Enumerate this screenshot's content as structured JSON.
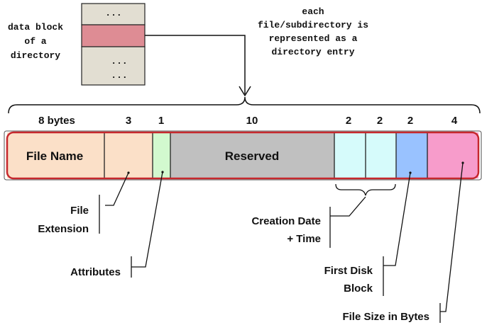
{
  "block": {
    "caption": [
      "data block",
      "of a",
      "directory"
    ],
    "rows": [
      "...",
      "",
      "...",
      "..."
    ]
  },
  "note": [
    "each",
    "file/subdirectory is",
    "represented as a",
    "directory entry"
  ],
  "entry": {
    "sizes": [
      "8 bytes",
      "3",
      "1",
      "10",
      "2",
      "2",
      "2",
      "4"
    ],
    "names": {
      "filename": "File Name",
      "reserved": "Reserved"
    },
    "colors": {
      "filename": "#fbe0c8",
      "extension": "#fbe0c8",
      "attributes": "#d2f9cf",
      "reserved": "#c0c0c0",
      "time": "#d6fbfb",
      "date": "#d6fbfb",
      "firstblock": "#99c2ff",
      "size": "#f79ccb",
      "border": "#c6282d",
      "block_bg": "#e2ded2",
      "block_highlight": "#de8c94"
    }
  },
  "callouts": {
    "extension": [
      "File",
      "Extension"
    ],
    "attributes": [
      "Attributes"
    ],
    "created": [
      "Creation Date",
      "+ Time"
    ],
    "firstblock": [
      "First Disk",
      "Block"
    ],
    "filesize": [
      "File Size in Bytes"
    ]
  }
}
